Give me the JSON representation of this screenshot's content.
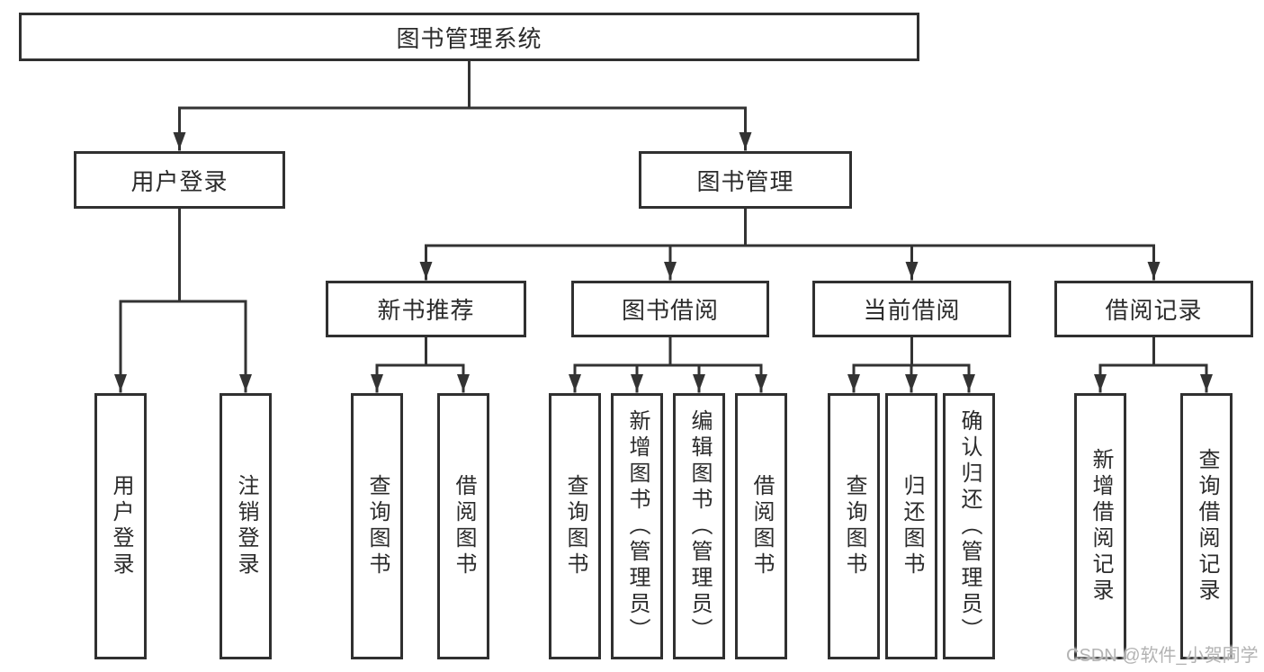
{
  "tree": {
    "root": {
      "label": "图书管理系统"
    },
    "branches": [
      {
        "label": "用户登录",
        "children": [
          "用户登录",
          "注销登录"
        ]
      },
      {
        "label": "图书管理",
        "sections": [
          {
            "label": "新书推荐",
            "children": [
              "查询图书",
              "借阅图书"
            ]
          },
          {
            "label": "图书借阅",
            "children": [
              "查询图书",
              "新增图书（管理员）",
              "编辑图书（管理员）",
              "借阅图书"
            ]
          },
          {
            "label": "当前借阅",
            "children": [
              "查询图书",
              "归还图书",
              "确认归还（管理员）"
            ]
          },
          {
            "label": "借阅记录",
            "children": [
              "新增借阅记录",
              "查询借阅记录"
            ]
          }
        ]
      }
    ]
  },
  "watermark": {
    "text": "CSDN @软件_小贺同学"
  },
  "colors": {
    "line": "#333333",
    "box_border": "#303030",
    "box_text": "#2b2b2b",
    "watermark": "#b3b3b3",
    "background": "#ffffff"
  }
}
